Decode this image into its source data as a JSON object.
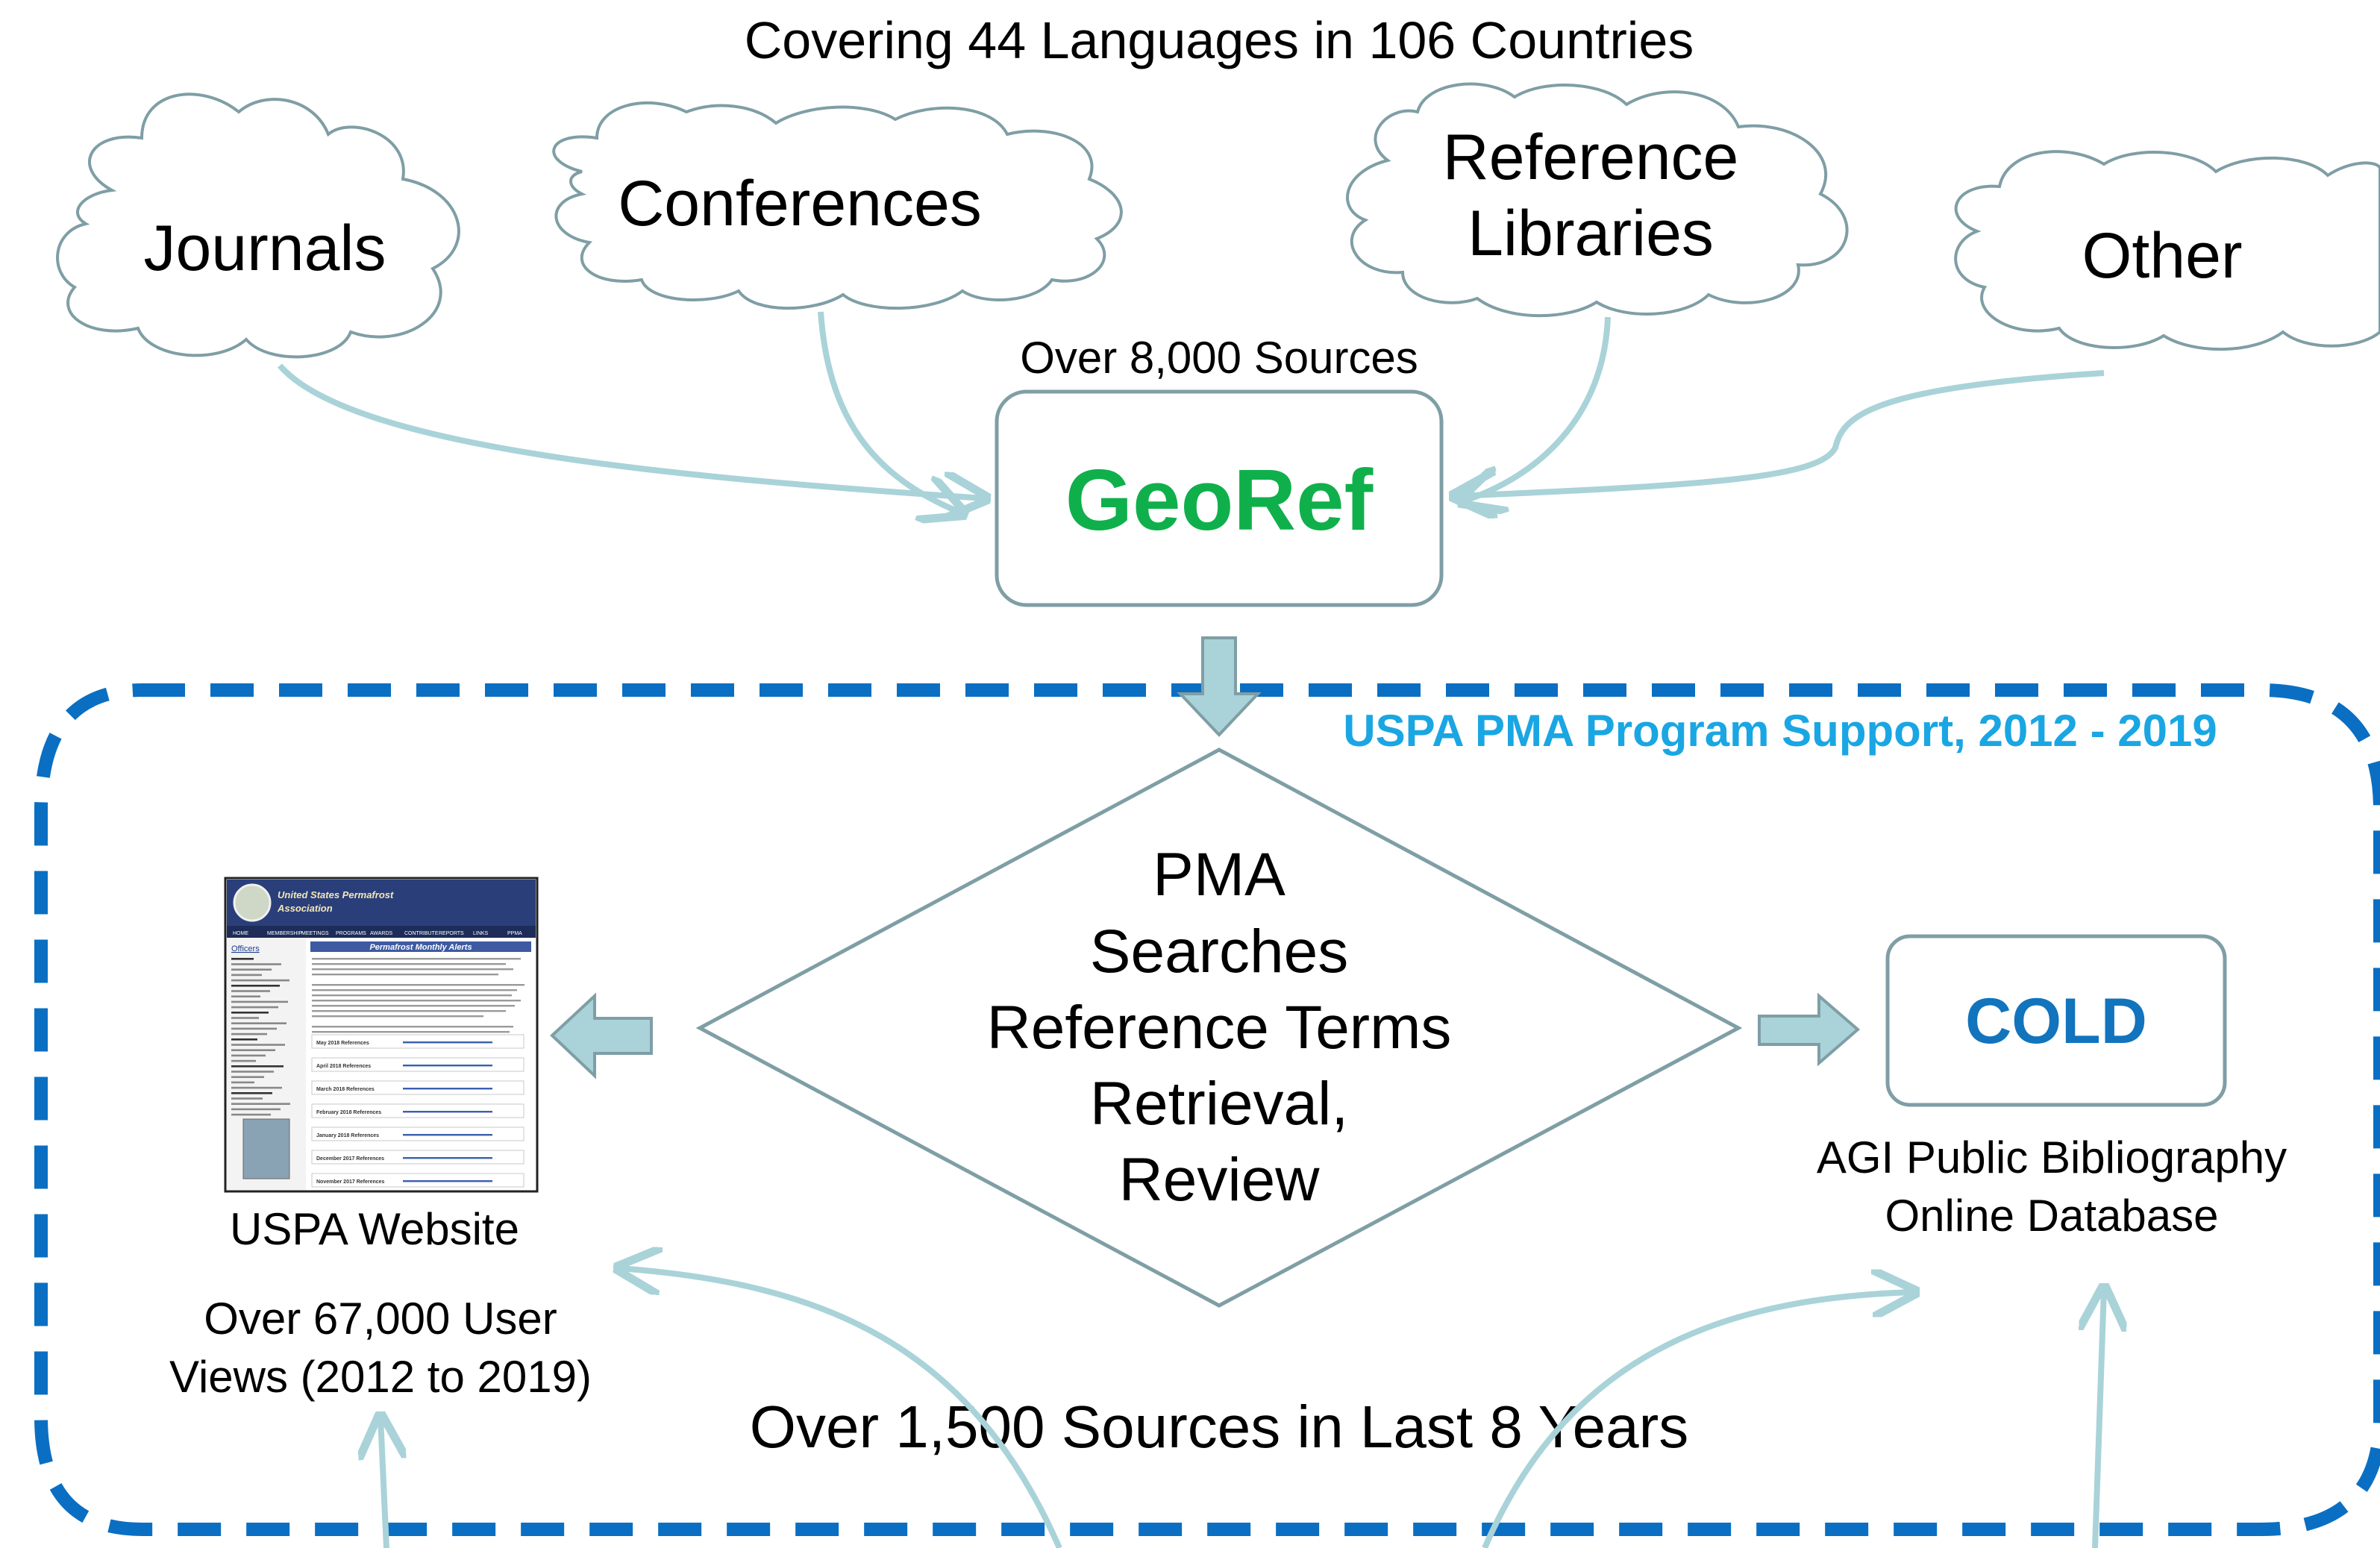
{
  "header": {
    "coverage": "Covering 44 Languages in 106 Countries",
    "sources_count": "Over 8,000 Sources"
  },
  "sources": {
    "journals": "Journals",
    "conferences": "Conferences",
    "reference_libraries_line1": "Reference",
    "reference_libraries_line2": "Libraries",
    "other": "Other"
  },
  "georef": {
    "label": "GeoRef"
  },
  "program": {
    "label": "USPA PMA Program Support, 2012 - 2019"
  },
  "pma": {
    "line1": "PMA",
    "line2": "Searches",
    "line3": "Reference Terms",
    "line4": "Retrieval,",
    "line5": "Review"
  },
  "uspa": {
    "website_label": "USPA Website",
    "views_line1": "Over 67,000 User",
    "views_line2": "Views (2012 to 2019)",
    "thumbnail": {
      "org_line1": "United States Permafrost",
      "org_line2": "Association",
      "nav": [
        "HOME",
        "MEMBERSHIP",
        "MEETINGS",
        "PROGRAMS",
        "AWARDS",
        "CONTRIBUTE",
        "REPORTS",
        "LINKS",
        "PPMA"
      ],
      "sidebar_title": "Officers",
      "page_title": "Permafrost Monthly Alerts",
      "alerts": [
        "May 2018 References",
        "April 2018 References",
        "March 2018 References",
        "February 2018 References",
        "January 2018 References",
        "December 2017 References",
        "November 2017 References"
      ]
    }
  },
  "cold": {
    "label": "COLD",
    "desc_line1": "AGI Public Bibliography",
    "desc_line2": "Online Database"
  },
  "footer": {
    "recent_sources": "Over 1,500 Sources in Last 8 Years"
  },
  "colors": {
    "cloud_stroke": "#7f9ea5",
    "arrow": "#a9d3d8",
    "arrow_stroke": "#7f9ea5",
    "georef_green": "#0fb04b",
    "program_blue": "#1aa6e3",
    "dash_blue": "#0a6fc2",
    "cold_blue": "#1174bd",
    "text": "#000000"
  }
}
